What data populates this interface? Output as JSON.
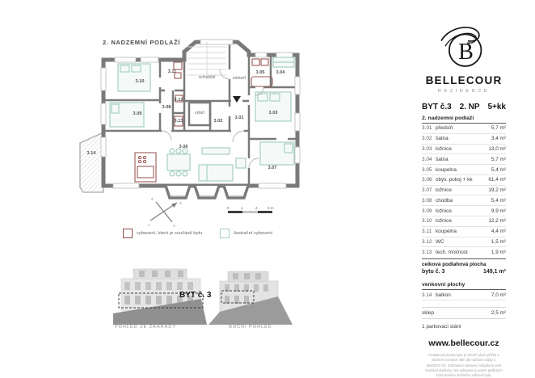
{
  "page_title": "2. NADZEMNÍ PODLAŽÍ",
  "plan": {
    "labels": {
      "r301": "3.01",
      "r302": "3.02",
      "r303": "3.03",
      "r304": "3.04",
      "r305": "3.05",
      "r306": "3.06",
      "r307": "3.07",
      "r308": "3.08",
      "r309": "3.09",
      "r310": "3.10",
      "r311": "3.11",
      "r312": "3.12",
      "r313": "3.13",
      "r314": "3.14",
      "schodiste": "schodiště",
      "zadveri": "zádveří",
      "vytah": "výtah"
    },
    "compass": {
      "n": "S",
      "s": "J",
      "e": "V",
      "w": "Z"
    },
    "scale": {
      "t0": "0",
      "t1": "1",
      "t2": "2",
      "t3": "3 m"
    },
    "legend": [
      {
        "label": "vybavení, které je součástí bytu"
      },
      {
        "label": "ilustrační vybavení"
      }
    ]
  },
  "elevations": {
    "unit_label": "BYT č. 3",
    "garden_caption": "POHLED ZE ZAHRADY",
    "side_caption": "BOČNÍ POHLED"
  },
  "sidebar": {
    "brand": {
      "name": "BELLECOUR",
      "subtitle": "REZIDENCE"
    },
    "header": {
      "unit": "BYT č.3",
      "floor": "2. NP",
      "disposition": "5+kk"
    },
    "floor_section": "2. nadzemní podlaží",
    "rooms": [
      {
        "no": "3.01",
        "name": "předsíň",
        "area": "5,7 m²"
      },
      {
        "no": "3.02",
        "name": "šatna",
        "area": "3,4 m²"
      },
      {
        "no": "3.03",
        "name": "ložnice",
        "area": "13,0 m²"
      },
      {
        "no": "3.04",
        "name": "šatna",
        "area": "5,7 m²"
      },
      {
        "no": "3.05",
        "name": "koupelna",
        "area": "5,4 m²"
      },
      {
        "no": "3.06",
        "name": "obýv. pokoj + kk",
        "area": "61,4 m²"
      },
      {
        "no": "3.07",
        "name": "ložnice",
        "area": "19,2 m²"
      },
      {
        "no": "3.08",
        "name": "chodba",
        "area": "5,4 m²"
      },
      {
        "no": "3.09",
        "name": "ložnice",
        "area": "9,9 m²"
      },
      {
        "no": "3.10",
        "name": "ložnice",
        "area": "12,2 m²"
      },
      {
        "no": "3.11",
        "name": "koupelna",
        "area": "4,4 m²"
      },
      {
        "no": "3.12",
        "name": "WC",
        "area": "1,5 m²"
      },
      {
        "no": "3.13",
        "name": "tech. místnost",
        "area": "1,9 m²"
      }
    ],
    "total": {
      "label_line1": "celková podlahová plocha",
      "label_line2": "bytu č. 3",
      "area": "149,1 m²"
    },
    "outdoor_section": "venkovní plochy",
    "outdoor_rooms": [
      {
        "no": "3.14",
        "name": "balkon",
        "area": "7,0 m²"
      }
    ],
    "cellar": {
      "name": "sklep",
      "area": "2,5 m²"
    },
    "parking": "1 parkovací stání",
    "website": "www.bellecour.cz",
    "disclaimer": "Podlahová plocha bytu je včetně ploch příček a vnitřních nosných stěn dle nařízení vlády č. 366/2013 Sb. Zobrazené vybavení nábytkem není součástí dodávky, toto vybavení je pouze grafickým znázorněním možného zařízení bytu."
  },
  "colors": {
    "wall": "#7a7a7a",
    "included_equipment": "#8f4a4a",
    "illustrative_equipment": "#a3cfc3",
    "brand_text": "#161616"
  }
}
